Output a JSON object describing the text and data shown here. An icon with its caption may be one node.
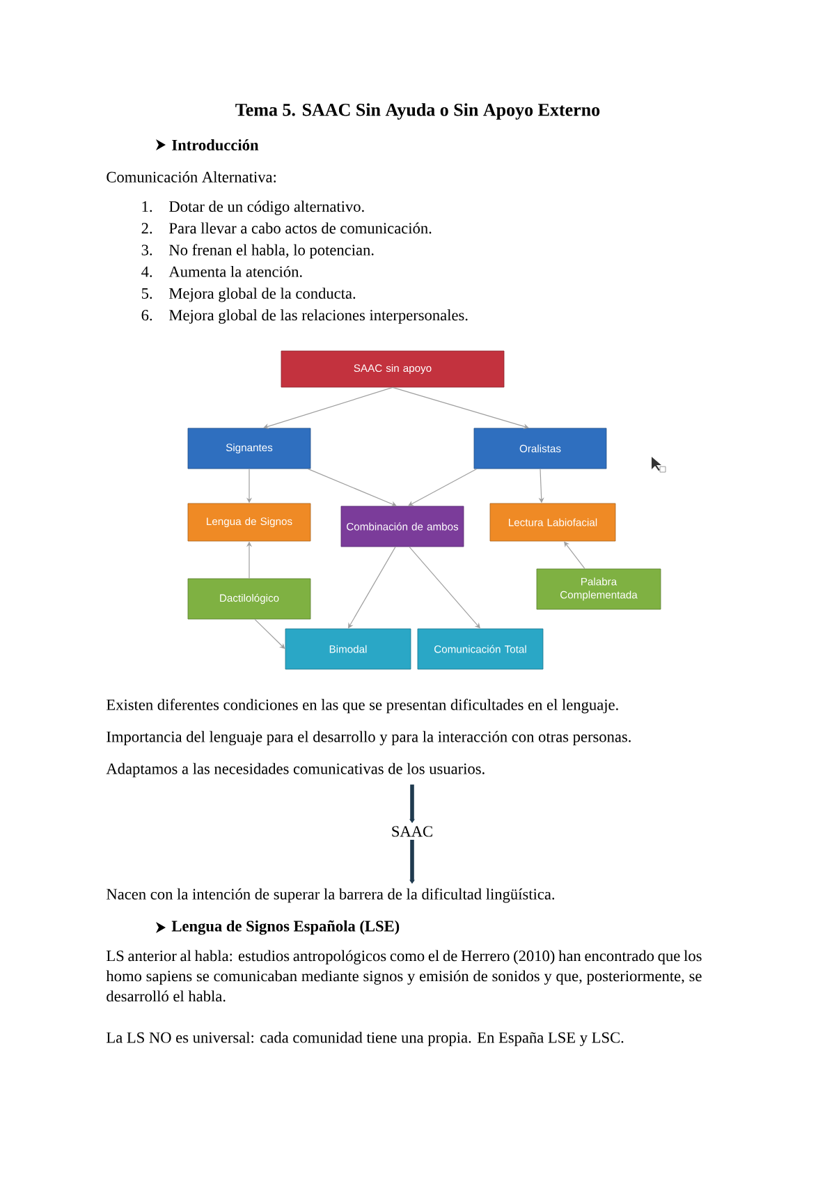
{
  "diagram": {
    "title": "Tema 5. SAAC Sin Ayuda o Sin Apoyo Externo",
    "nodes": [
      {
        "text": [
          "SAAC sin apoyo"
        ]
      },
      {
        "text": [
          "Signantes"
        ]
      },
      {
        "text": [
          "Oralistas"
        ]
      },
      {
        "text": [
          "Lengua de Signos"
        ]
      },
      {
        "text": [
          "Combinación de ambos"
        ]
      },
      {
        "text": [
          "Lectura Labiofacial"
        ]
      },
      {
        "text": [
          "Dactilológico"
        ]
      },
      {
        "text": [
          "Palabra Complementada"
        ]
      },
      {
        "text": [
          "Bimodal"
        ]
      },
      {
        "text": [
          "Comunicación Total"
        ]
      },
      {
        "text": [
          "Adaptamos a las necesidades comunicativas de los usuarios."
        ]
      },
      {
        "text": [
          "SAAC"
        ]
      },
      {
        "text": [
          "Nacen con la intención de superar la barrera de la dificultad lingüística."
        ]
      }
    ],
    "edges": [
      {
        "from": 0,
        "to": 1,
        "arrow": "to"
      },
      {
        "from": 0,
        "to": 2,
        "arrow": "to"
      },
      {
        "from": 1,
        "to": 3,
        "arrow": "to"
      },
      {
        "from": 1,
        "to": 4,
        "arrow": "to"
      },
      {
        "from": 2,
        "to": 4,
        "arrow": "to"
      },
      {
        "from": 2,
        "to": 5,
        "arrow": "to"
      },
      {
        "from": 6,
        "to": 3,
        "arrow": "to"
      },
      {
        "from": 7,
        "to": 5,
        "arrow": "to"
      },
      {
        "from": 4,
        "to": 8,
        "arrow": "to"
      },
      {
        "from": 4,
        "to": 9,
        "arrow": "to"
      },
      {
        "from": 6,
        "to": 8,
        "arrow": "to"
      },
      {
        "from": 10,
        "to": 11,
        "arrow": "to",
        "style": "thick",
        "color": "#1f3a4f"
      },
      {
        "from": 11,
        "to": 12,
        "arrow": "to",
        "style": "thick",
        "color": "#1f3a4f"
      }
    ],
    "labels": [
      "Introducción",
      "Comunicación Alternativa:",
      "1.",
      "Dotar de un código alternativo.",
      "2.",
      "Para llevar a cabo actos de comunicación.",
      "3.",
      "No frenan el habla, lo potencian.",
      "4.",
      "Aumenta la atención.",
      "5.",
      "Mejora global de la conducta.",
      "6.",
      "Mejora global de las relaciones interpersonales.",
      "Existen diferentes condiciones en las que se presentan dificultades en el lenguaje.",
      "Importancia del lenguaje para el desarrollo y para la interacción con otras personas.",
      "Lengua de Signos Española (LSE)",
      "LS anterior al habla: estudios antropológicos como el de Herrero (2010) han encontrado que los homo sapiens se comunicaban mediante signos y emisión de sonidos y que, posteriormente, se desarrolló el habla.",
      "La LS NO es universal: cada comunidad tiene una propia. En España LSE y LSC."
    ]
  }
}
